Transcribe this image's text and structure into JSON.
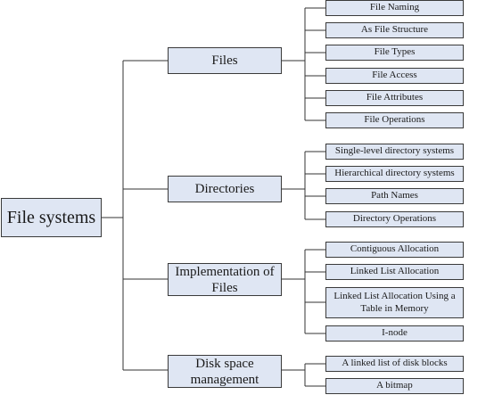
{
  "root": {
    "label": "File systems"
  },
  "categories": [
    {
      "label": "Files",
      "children": [
        "File Naming",
        "As File Structure",
        "File Types",
        "File Access",
        "File Attributes",
        "File Operations"
      ]
    },
    {
      "label": "Directories",
      "children": [
        "Single-level directory systems",
        "Hierarchical directory systems",
        "Path Names",
        "Directory Operations"
      ]
    },
    {
      "label": "Implementation of Files",
      "children": [
        "Contiguous Allocation",
        "Linked List Allocation",
        "Linked List Allocation Using a Table in Memory",
        "I-node"
      ]
    },
    {
      "label": "Disk space management",
      "children": [
        "A linked list of disk blocks",
        "A bitmap"
      ]
    }
  ]
}
